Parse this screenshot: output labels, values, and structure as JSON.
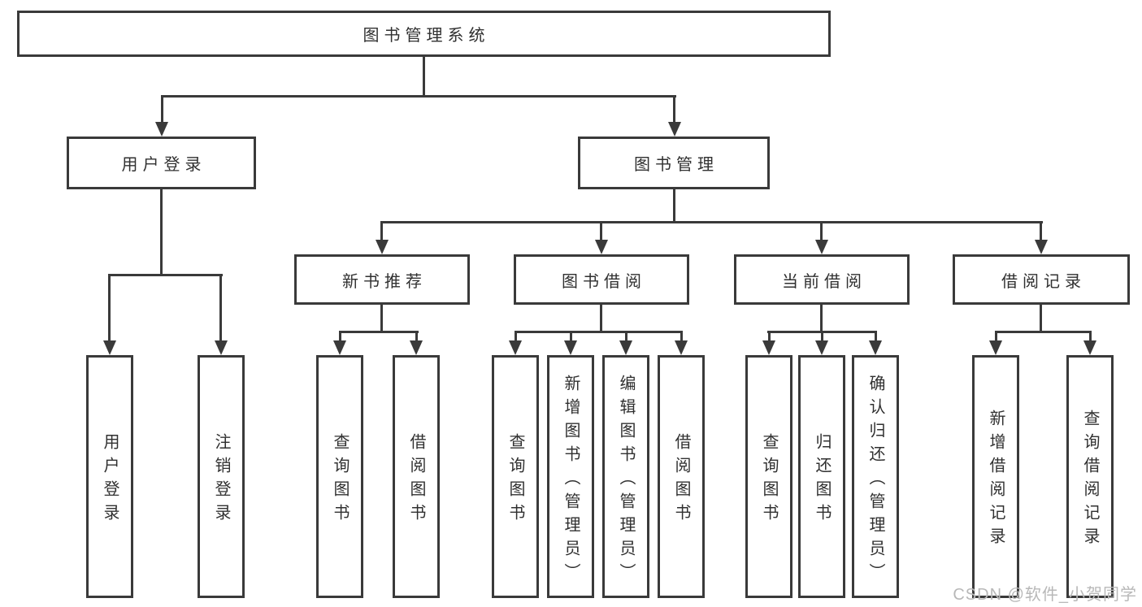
{
  "diagram": {
    "root": {
      "label": "图书管理系统"
    },
    "branches": [
      {
        "label": "用户登录",
        "children": [
          {
            "label": "用户登录"
          },
          {
            "label": "注销登录"
          }
        ]
      },
      {
        "label": "图书管理",
        "children": [
          {
            "label": "新书推荐",
            "children": [
              {
                "label": "查询图书"
              },
              {
                "label": "借阅图书"
              }
            ]
          },
          {
            "label": "图书借阅",
            "children": [
              {
                "label": "查询图书"
              },
              {
                "label": "新增图书（管理员）"
              },
              {
                "label": "编辑图书（管理员）"
              },
              {
                "label": "借阅图书"
              }
            ]
          },
          {
            "label": "当前借阅",
            "children": [
              {
                "label": "查询图书"
              },
              {
                "label": "归还图书"
              },
              {
                "label": "确认归还（管理员）"
              }
            ]
          },
          {
            "label": "借阅记录",
            "children": [
              {
                "label": "新增借阅记录"
              },
              {
                "label": "查询借阅记录"
              }
            ]
          }
        ]
      }
    ]
  },
  "watermark": {
    "text": "CSDN @软件_小贺同学",
    "color": "#b8b8b8"
  },
  "colors": {
    "line": "#3a3a3a",
    "box_border": "#3a3a3a",
    "text": "#303030",
    "background": "#ffffff"
  }
}
